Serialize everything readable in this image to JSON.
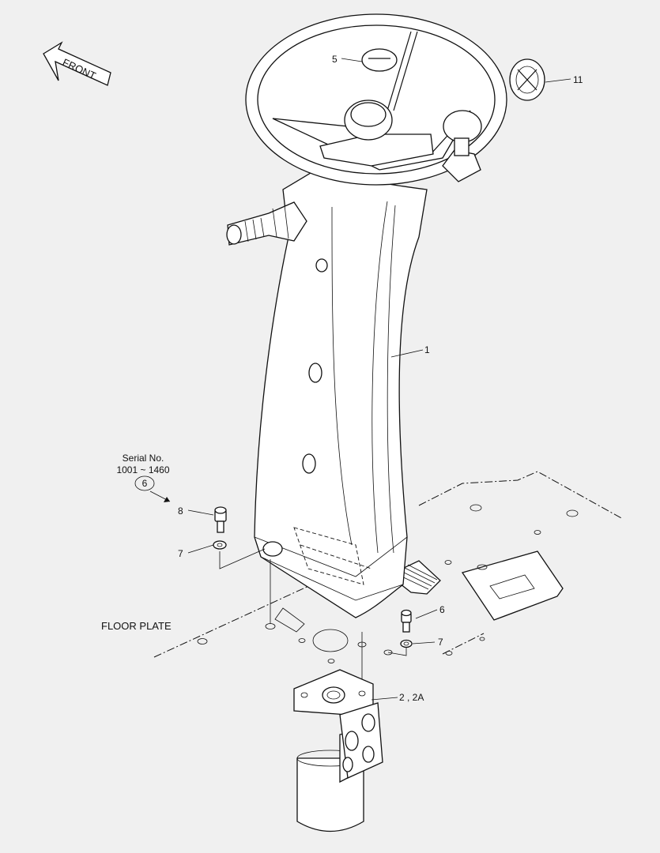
{
  "direction_label": "FRONT",
  "floor_plate_label": "FLOOR PLATE",
  "serial_note": {
    "title": "Serial No.",
    "range": "1001 ~ 1460",
    "circled_ref": "6"
  },
  "callouts": {
    "c1": "1",
    "c2": "2 , 2A",
    "c5": "5",
    "c6": "6",
    "c7a": "7",
    "c7b": "7",
    "c8": "8",
    "c11": "11"
  }
}
